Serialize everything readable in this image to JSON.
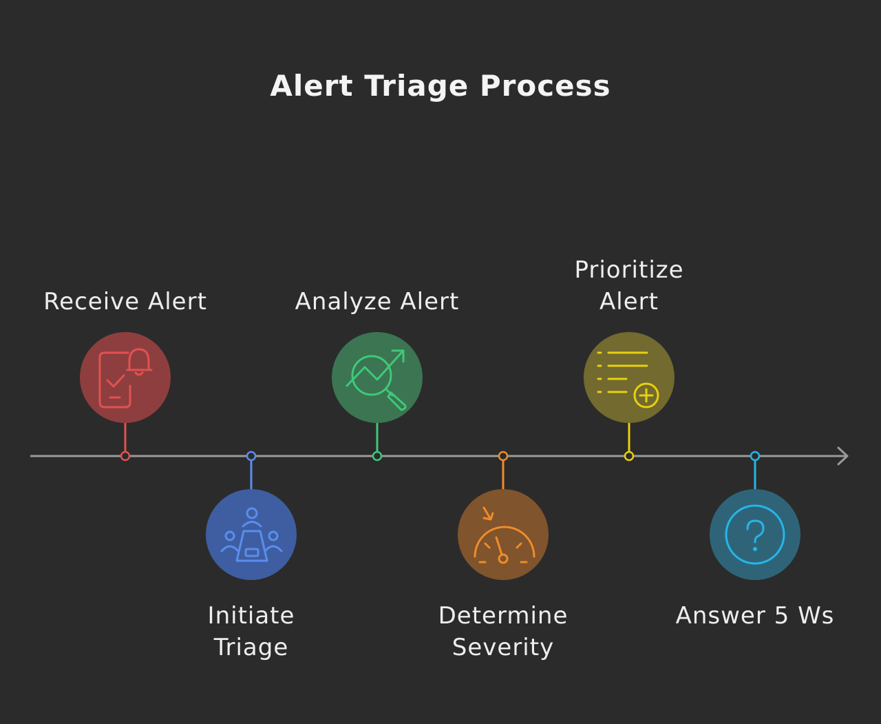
{
  "title": "Alert Triage Process",
  "steps": [
    {
      "lines": [
        "Receive Alert"
      ],
      "color": "#e05252",
      "fill": "#8e3e3e",
      "icon": "phone-bell-check-icon",
      "position": "above"
    },
    {
      "lines": [
        "Initiate",
        "Triage"
      ],
      "color": "#5b8def",
      "fill": "#3e5ea1",
      "icon": "meeting-table-icon",
      "position": "below"
    },
    {
      "lines": [
        "Analyze Alert"
      ],
      "color": "#3ec97a",
      "fill": "#3b7552",
      "icon": "trend-magnifier-icon",
      "position": "above"
    },
    {
      "lines": [
        "Determine",
        "Severity"
      ],
      "color": "#f08c2a",
      "fill": "#80542c",
      "icon": "gauge-icon",
      "position": "below"
    },
    {
      "lines": [
        "Prioritize",
        "Alert"
      ],
      "color": "#e8d10f",
      "fill": "#726a2e",
      "icon": "list-add-icon",
      "position": "above"
    },
    {
      "lines": [
        "Answer 5 Ws"
      ],
      "color": "#25b6e6",
      "fill": "#2f6478",
      "icon": "question-circle-icon",
      "position": "below"
    }
  ],
  "axis_color": "#9a9a9a"
}
